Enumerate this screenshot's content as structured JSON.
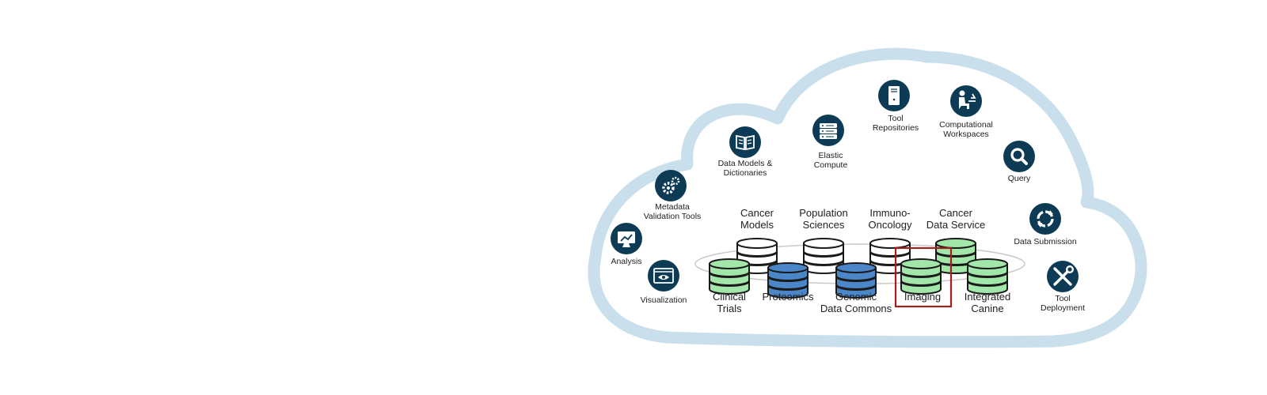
{
  "colors": {
    "cloud_outline": "#c9dfeb",
    "icon_fill": "#0d3b55",
    "db_green": "#a3e6a9",
    "db_blue": "#4a86c8",
    "db_white": "#ffffff",
    "highlight": "#a31f1f"
  },
  "services": [
    {
      "id": "metadata-validation-tools",
      "label_lines": [
        "Metadata",
        "Validation Tools"
      ],
      "icon": "gears-icon"
    },
    {
      "id": "data-models-dictionaries",
      "label_lines": [
        "Data Models &",
        "Dictionaries"
      ],
      "icon": "book-icon"
    },
    {
      "id": "elastic-compute",
      "label_lines": [
        "Elastic",
        "Compute"
      ],
      "icon": "server-stack-icon"
    },
    {
      "id": "tool-repositories",
      "label_lines": [
        "Tool",
        "Repositories"
      ],
      "icon": "server-tower-icon"
    },
    {
      "id": "computational-workspaces",
      "label_lines": [
        "Computational",
        "Workspaces"
      ],
      "icon": "person-at-desk-icon"
    },
    {
      "id": "query",
      "label_lines": [
        "Query"
      ],
      "icon": "magnifier-icon"
    },
    {
      "id": "data-submission",
      "label_lines": [
        "Data Submission"
      ],
      "icon": "cycle-arrows-icon"
    },
    {
      "id": "tool-deployment",
      "label_lines": [
        "Tool",
        "Deployment"
      ],
      "icon": "tools-icon"
    },
    {
      "id": "analysis",
      "label_lines": [
        "Analysis"
      ],
      "icon": "monitor-chart-icon"
    },
    {
      "id": "visualization",
      "label_lines": [
        "Visualization"
      ],
      "icon": "eye-window-icon"
    }
  ],
  "repositories": [
    {
      "id": "cancer-models",
      "label_lines": [
        "Cancer",
        "Models"
      ],
      "color": "white"
    },
    {
      "id": "population-sciences",
      "label_lines": [
        "Population",
        "Sciences"
      ],
      "color": "white"
    },
    {
      "id": "immuno-oncology",
      "label_lines": [
        "Immuno-",
        "Oncology"
      ],
      "color": "white"
    },
    {
      "id": "cancer-data-service",
      "label_lines": [
        "Cancer",
        "Data Service"
      ],
      "color": "green"
    },
    {
      "id": "clinical-trials",
      "label_lines": [
        "Clinical",
        "Trials"
      ],
      "color": "green"
    },
    {
      "id": "proteomics",
      "label_lines": [
        "Proteomics"
      ],
      "color": "blue"
    },
    {
      "id": "genomic-data-commons",
      "label_lines": [
        "Genomic",
        "Data Commons"
      ],
      "color": "blue"
    },
    {
      "id": "imaging",
      "label_lines": [
        "Imaging"
      ],
      "color": "green",
      "highlighted": true
    },
    {
      "id": "integrated-canine",
      "label_lines": [
        "Integrated",
        "Canine"
      ],
      "color": "green"
    }
  ]
}
